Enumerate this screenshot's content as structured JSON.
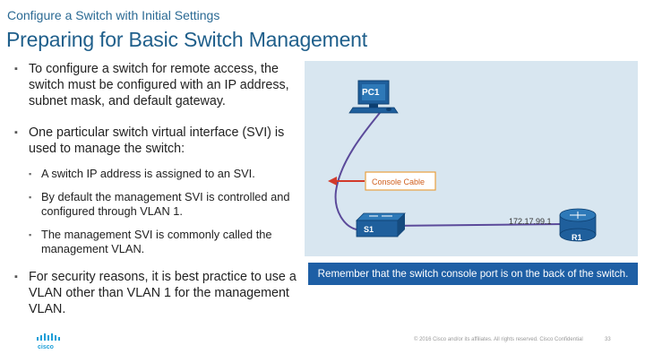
{
  "header": {
    "subtitle": "Configure a Switch with Initial Settings",
    "title": "Preparing for Basic Switch Management"
  },
  "bullets": [
    {
      "text": "To configure a switch for remote access, the switch must be configured with an IP address, subnet mask, and default gateway."
    },
    {
      "text": "One particular switch virtual interface (SVI) is used to manage the switch:"
    },
    {
      "text": "A switch IP address is assigned to an SVI."
    },
    {
      "text": "By default the management SVI is controlled and configured through VLAN 1."
    },
    {
      "text": "The management SVI is commonly called the management VLAN."
    },
    {
      "text": "For security reasons, it is best practice to use a VLAN other than VLAN 1 for the management VLAN."
    }
  ],
  "diagram": {
    "pc_label": "PC1",
    "console_label": "Console Cable",
    "switch_label": "S1",
    "router_label": "R1",
    "ip_label": "172.17.99.1",
    "colors": {
      "cable": "#5b4a9a",
      "device": "#1f5f9c",
      "arrow": "#d23a2a",
      "label_border": "#e8a040"
    }
  },
  "caption": "Remember that the switch console port is on the back of the switch.",
  "footer": {
    "copyright": "© 2016  Cisco and/or its affiliates. All rights reserved.  Cisco Confidential",
    "page": "33"
  },
  "logo": {
    "icon": "cisco-logo-icon",
    "text": "cisco"
  }
}
